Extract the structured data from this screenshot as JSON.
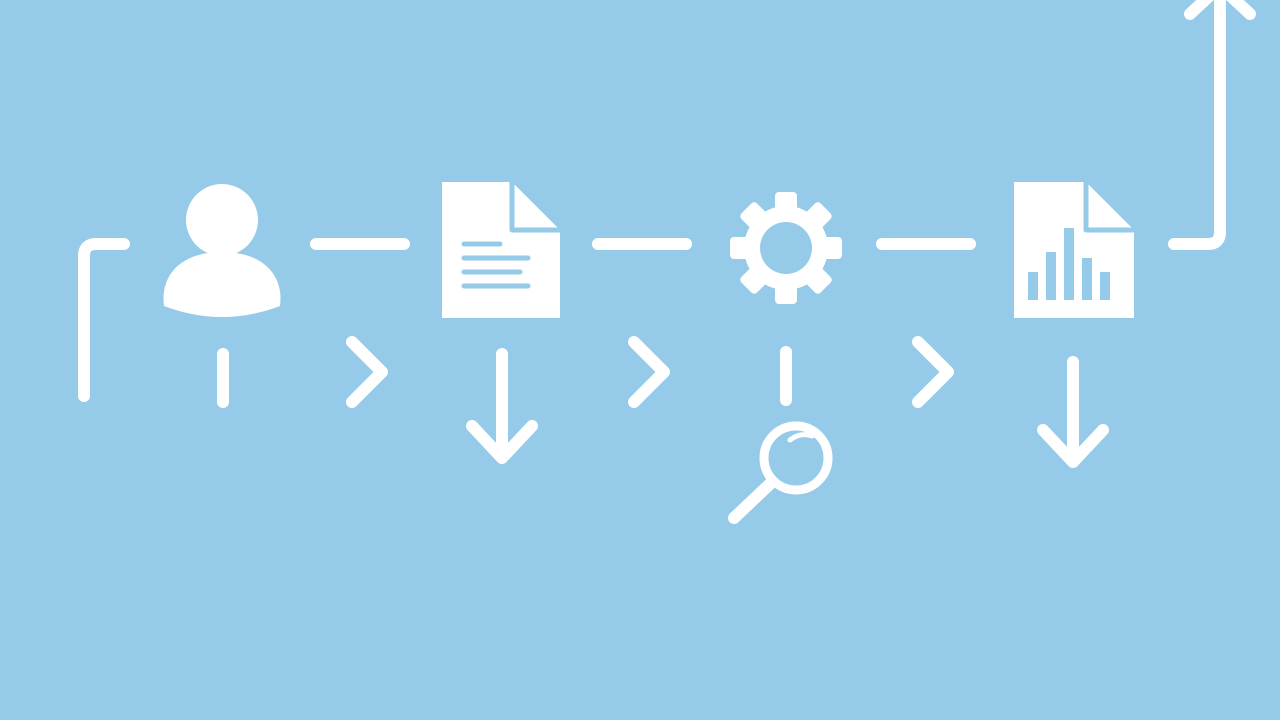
{
  "diagram": {
    "type": "process-flow",
    "background_color": "#95cbe9",
    "foreground_color": "#ffffff",
    "steps": [
      {
        "icon": "user-icon",
        "marker": "tick"
      },
      {
        "icon": "document-icon",
        "marker": "down-arrow"
      },
      {
        "icon": "gear-icon",
        "marker": "magnifier"
      },
      {
        "icon": "report-chart-icon",
        "marker": "down-arrow"
      }
    ],
    "separators": [
      "dash",
      "chevron-right"
    ],
    "entry": "bracket-start",
    "exit": "up-arrow"
  }
}
